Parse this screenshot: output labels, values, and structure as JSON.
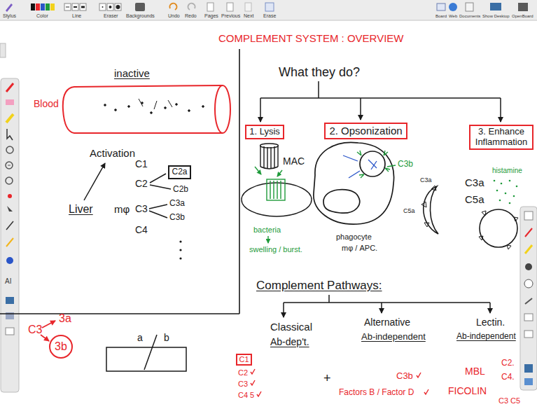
{
  "diagram": {
    "title": "COMPLEMENT SYSTEM : OVERVIEW",
    "nodes": [
      {
        "text": [
          "1. Lysis"
        ]
      },
      {
        "text": [
          "2. Opsonization"
        ]
      },
      {
        "text": [
          "3. Enhance Inflammation"
        ]
      },
      {
        "text": [
          "C2a"
        ]
      },
      {
        "text": [
          "3b"
        ]
      },
      {
        "text": [
          "C1"
        ]
      }
    ],
    "labels": [
      "Stylus",
      "Color",
      "Line",
      "Eraser",
      "Backgrounds",
      "Undo",
      "Redo",
      "Pages",
      "Previous",
      "Next",
      "Erase",
      "Board",
      "Web",
      "Documents",
      "Show Desktop",
      "OpenBoard",
      "AI",
      "inactive",
      "Blood",
      "Activation",
      "C1",
      "C2",
      "C3",
      "C4",
      "C2b",
      "C3a",
      "C3b",
      "Liver",
      "mφ",
      "a",
      "b",
      "C3",
      "3a",
      "What they do?",
      "MAC",
      "bacteria",
      "swelling / burst.",
      "C3b",
      "phagocyte",
      "mφ / APC.",
      "C3a",
      "C5a",
      "histamine",
      "C3a",
      "C5a",
      "Complement Pathways:",
      "Classical",
      "Ab-dep't.",
      "Alternative",
      "Ab-independent",
      "Lectin.",
      "Ab-independent",
      "C2",
      "C3",
      "C4 5",
      "+",
      "C3b",
      "Factors B / Factor D",
      "MBL",
      "C2.",
      "C4.",
      "FICOLIN",
      "C3 C5"
    ]
  }
}
